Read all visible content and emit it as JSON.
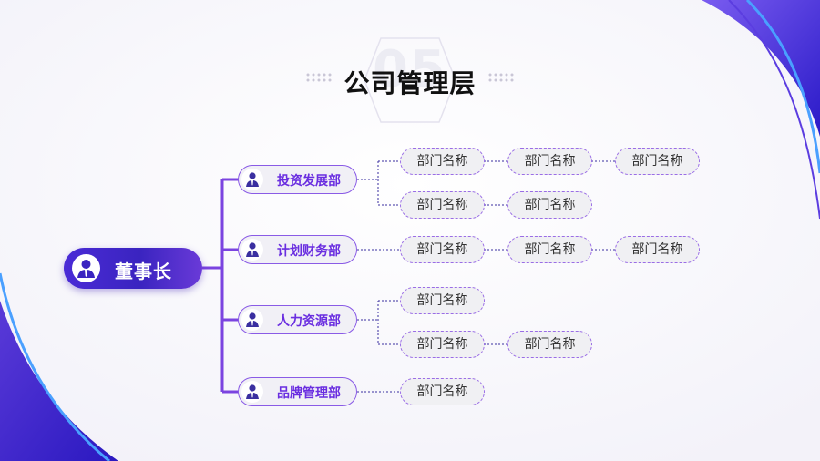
{
  "title": {
    "number": "05",
    "text": "公司管理层"
  },
  "root": {
    "label": "董事长",
    "icon": "person-icon"
  },
  "departments": [
    {
      "label": "投资发展部",
      "icon": "person-icon",
      "children": [
        "部门名称",
        "部门名称",
        "部门名称",
        "部门名称",
        "部门名称"
      ]
    },
    {
      "label": "计划财务部",
      "icon": "person-icon",
      "children": [
        "部门名称",
        "部门名称",
        "部门名称"
      ]
    },
    {
      "label": "人力资源部",
      "icon": "person-icon",
      "children": [
        "部门名称",
        "部门名称",
        "部门名称"
      ]
    },
    {
      "label": "品牌管理部",
      "icon": "person-icon",
      "children": [
        "部门名称"
      ]
    }
  ],
  "colors": {
    "accent": "#6a2ee0",
    "primary": "#3a24c0",
    "bar": "#7b44e0"
  }
}
